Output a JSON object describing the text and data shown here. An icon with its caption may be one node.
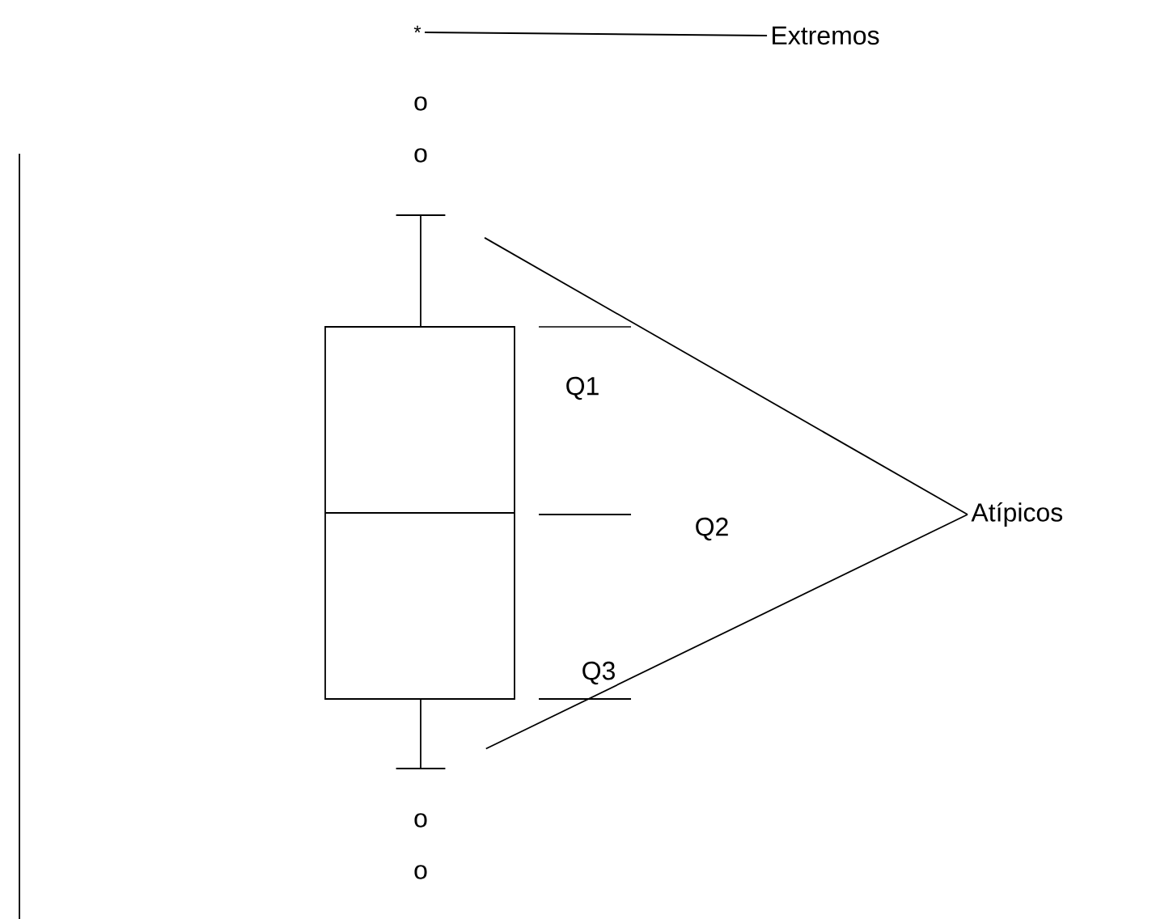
{
  "diagram": {
    "nodes": [
      {
        "text": [
          "*"
        ]
      },
      {
        "text": [
          "Extremos"
        ]
      },
      {
        "text": [
          "Atípicos"
        ]
      },
      {
        "text": [],
        "shape": "bar"
      },
      {
        "text": [],
        "shape": "bar"
      }
    ],
    "edges": [
      {
        "from": 0,
        "to": 1,
        "arrow": "none"
      },
      {
        "from": 2,
        "to": 3,
        "arrow": "none"
      },
      {
        "from": 2,
        "to": 4,
        "arrow": "none"
      }
    ],
    "labels": [
      "o",
      "o",
      "Q1",
      "Q2",
      "Q3",
      "o",
      "o"
    ]
  }
}
